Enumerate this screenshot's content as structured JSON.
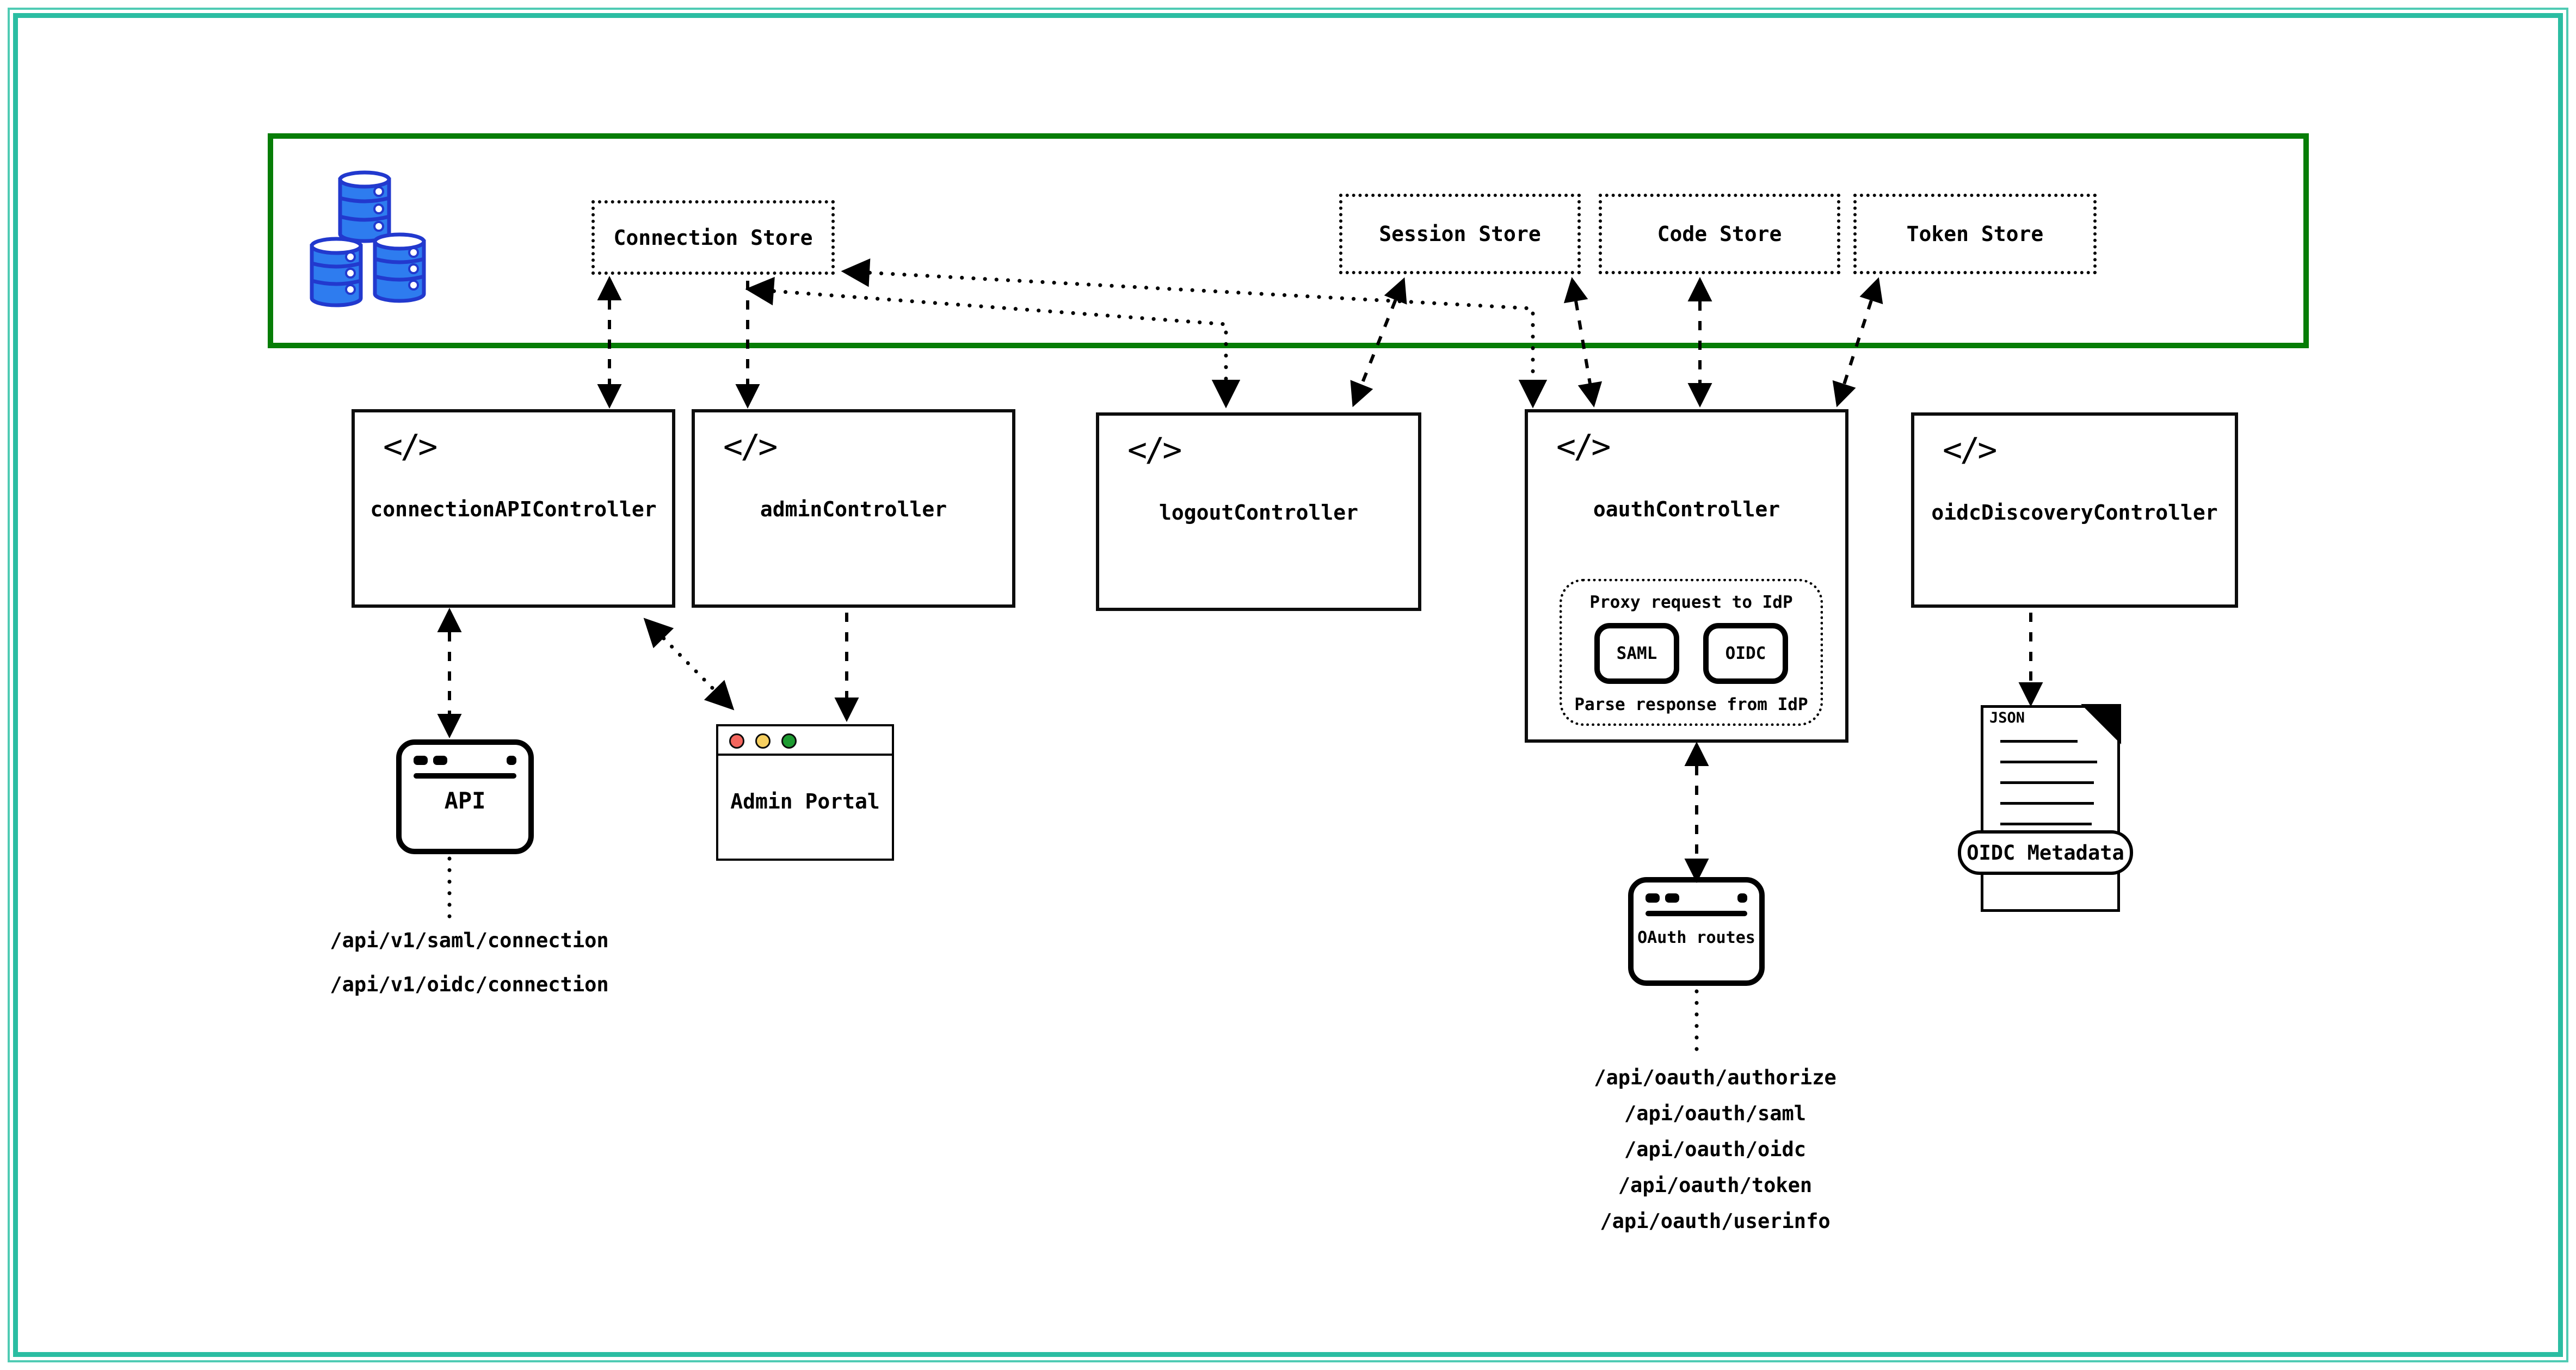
{
  "frame": {
    "outer_border_color": "#2bbda2",
    "zone_border_color": "#067d06"
  },
  "code_icon": "</>",
  "data_zone": {
    "database_icon": "database-cylinders-icon",
    "db_fill": "#2e7cef",
    "db_stroke": "#2239ce",
    "stores": [
      {
        "label": "Connection Store"
      },
      {
        "label": "Session Store"
      },
      {
        "label": "Code Store"
      },
      {
        "label": "Token Store"
      }
    ]
  },
  "controllers": [
    {
      "label": "connectionAPIController"
    },
    {
      "label": "adminController"
    },
    {
      "label": "logoutController"
    },
    {
      "label": "oauthController"
    },
    {
      "label": "oidcDiscoveryController"
    }
  ],
  "oauth_internals": {
    "proxy_label": "Proxy request to IdP",
    "protocols": [
      {
        "label": "SAML"
      },
      {
        "label": "OIDC"
      }
    ],
    "parse_label": "Parse response from IdP"
  },
  "api_window": {
    "label": "API",
    "routes": [
      "/api/v1/saml/connection",
      "/api/v1/oidc/connection"
    ]
  },
  "admin_portal": {
    "label": "Admin Portal",
    "traffic_lights": [
      "#f4665e",
      "#f6cf60",
      "#1d9b31"
    ]
  },
  "oauth_window": {
    "label": "OAuth routes",
    "routes": [
      "/api/oauth/authorize",
      "/api/oauth/saml",
      "/api/oauth/oidc",
      "/api/oauth/token",
      "/api/oauth/userinfo"
    ]
  },
  "metadata_doc": {
    "file_type": "JSON",
    "label": "OIDC Metadata"
  }
}
